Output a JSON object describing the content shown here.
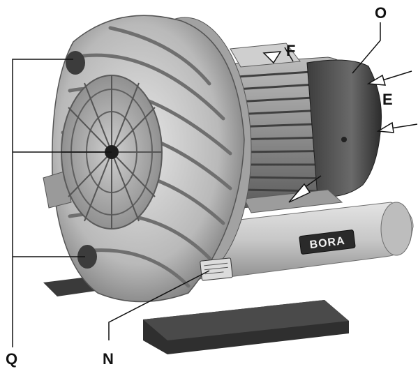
{
  "figure": {
    "brand_plate": "BORA",
    "callouts": {
      "O": "O",
      "F": "F",
      "E": "E",
      "Q": "Q",
      "N": "N"
    }
  },
  "colors": {
    "background": "#ffffff",
    "ink": "#111111",
    "metal_light": "#d9d9d9",
    "metal_mid": "#a9a9a9",
    "metal_dark": "#555555",
    "base_dark": "#2f2f2f"
  }
}
